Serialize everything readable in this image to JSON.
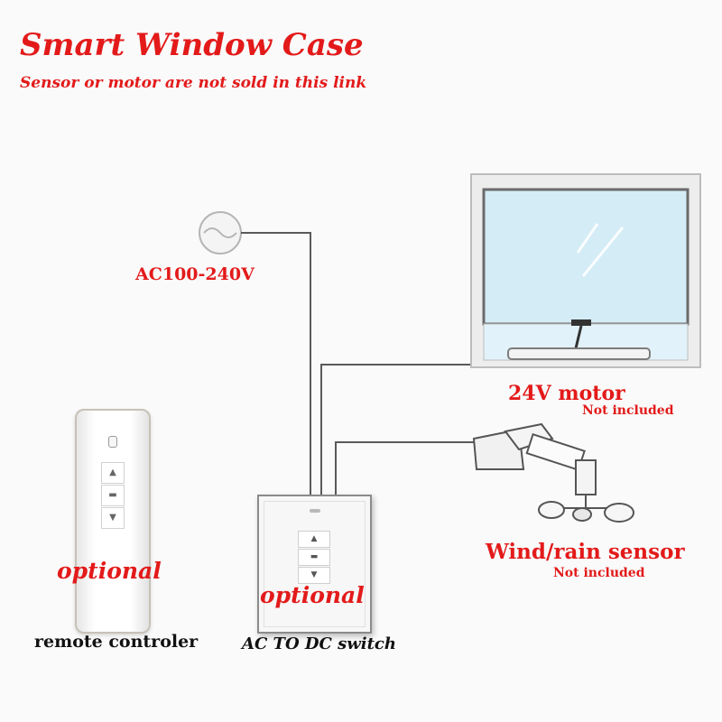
{
  "header": {
    "title": "Smart Window Case",
    "subtitle": "Sensor or motor are not sold in this link"
  },
  "power": {
    "label": "AC100-240V"
  },
  "motor": {
    "label": "24V motor",
    "note": "Not included"
  },
  "sensor": {
    "label": "Wind/rain sensor",
    "note": "Not included"
  },
  "remote": {
    "optional_label": "optional",
    "caption": "remote controler",
    "buttons": [
      "▲",
      "▬",
      "▼"
    ]
  },
  "switch": {
    "optional_label": "optional",
    "caption": "AC TO DC switch",
    "buttons": [
      "▲",
      "▬",
      "▼"
    ]
  },
  "colors": {
    "accent_red": "#e31a1a",
    "wire": "#5a5a5a",
    "window_frame": "#c9c9c9",
    "glass": "#d9eef7"
  }
}
